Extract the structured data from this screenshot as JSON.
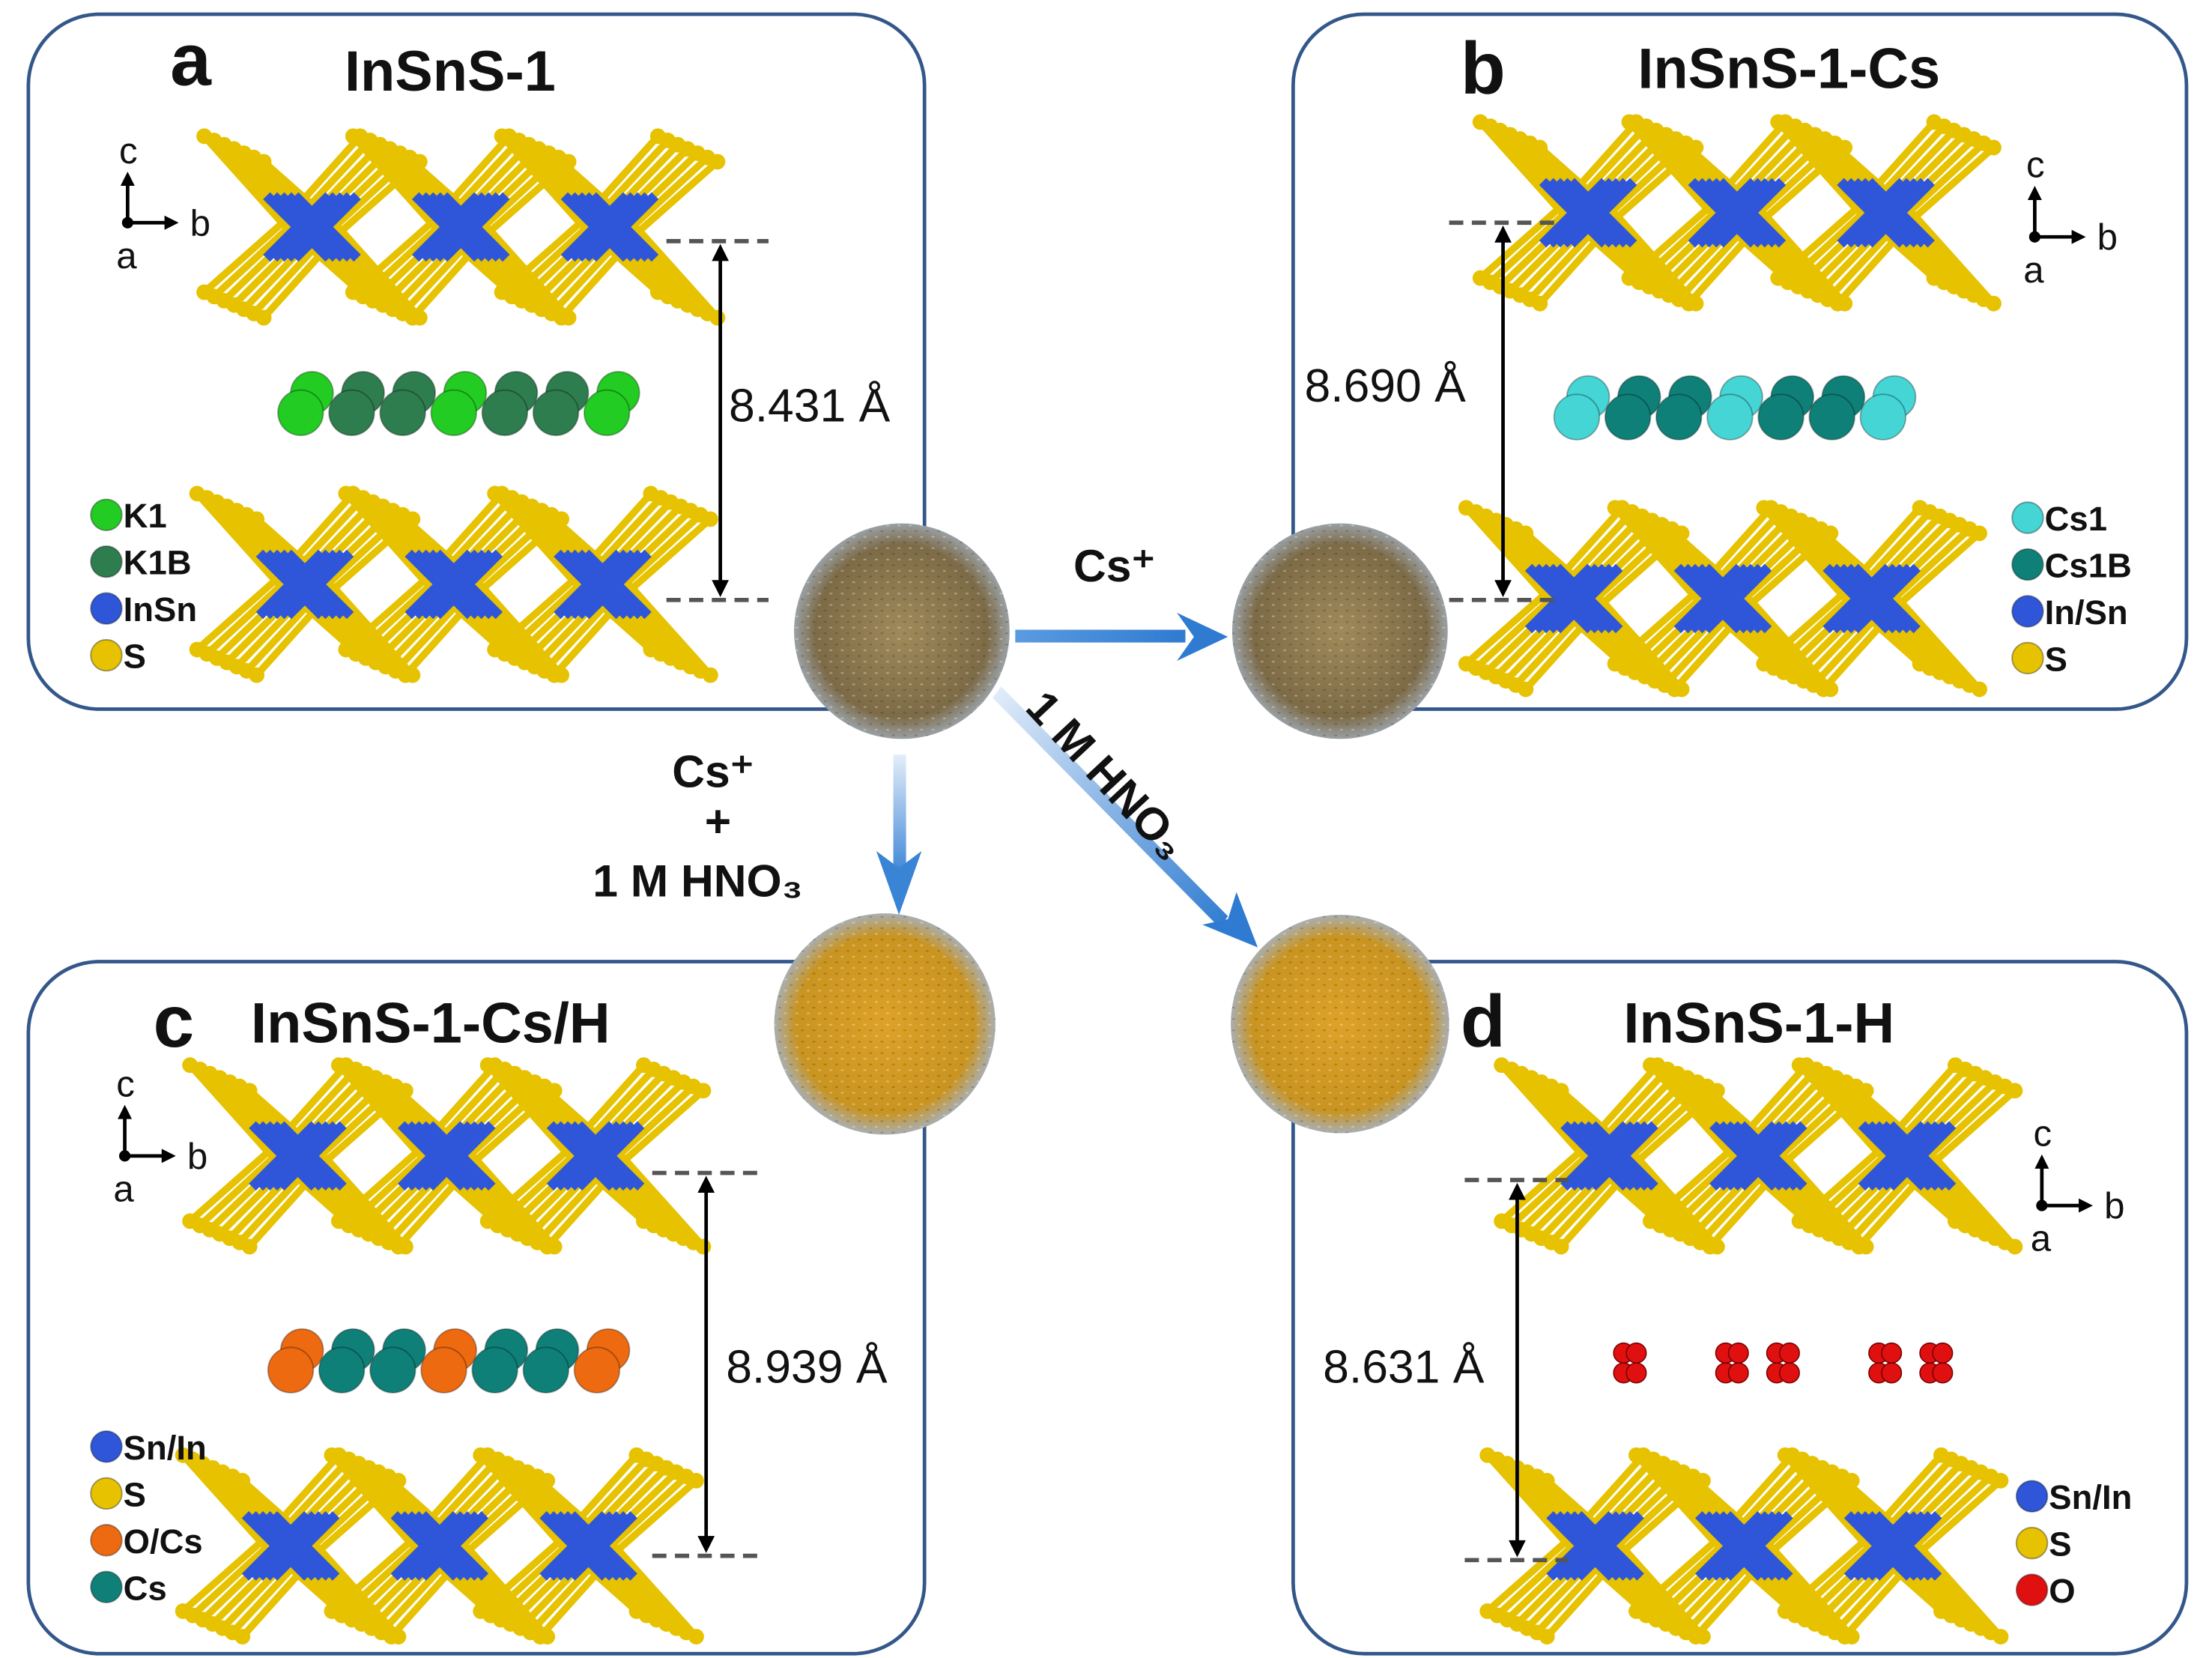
{
  "panels": [
    {
      "letter": "a",
      "title": "InSnS-1",
      "distance": "8.431 Å",
      "axes": {
        "up": "c",
        "right": "b",
        "out": "a"
      },
      "legend": [
        {
          "label": "K1",
          "color": "#22cc22"
        },
        {
          "label": "K1B",
          "color": "#2e7d4f"
        },
        {
          "label": "InSn",
          "color": "#2f56d8"
        },
        {
          "label": "S",
          "color": "#e6c200"
        }
      ],
      "ions": [
        "#22cc22",
        "#2e7d4f",
        "#2e7d4f",
        "#22cc22",
        "#2e7d4f",
        "#2e7d4f",
        "#22cc22"
      ]
    },
    {
      "letter": "b",
      "title": "InSnS-1-Cs",
      "distance": "8.690 Å",
      "axes": {
        "up": "c",
        "right": "b",
        "out": "a"
      },
      "legend": [
        {
          "label": "Cs1",
          "color": "#45d5d5"
        },
        {
          "label": "Cs1B",
          "color": "#0f8078"
        },
        {
          "label": "In/Sn",
          "color": "#2f56d8"
        },
        {
          "label": "S",
          "color": "#e6c200"
        }
      ],
      "ions": [
        "#45d5d5",
        "#0f8078",
        "#0f8078",
        "#45d5d5",
        "#0f8078",
        "#0f8078",
        "#45d5d5"
      ]
    },
    {
      "letter": "c",
      "title": "InSnS-1-Cs/H",
      "distance": "8.939 Å",
      "axes": {
        "up": "c",
        "right": "b",
        "out": "a"
      },
      "legend": [
        {
          "label": "Sn/In",
          "color": "#2f56d8"
        },
        {
          "label": "S",
          "color": "#e6c200"
        },
        {
          "label": "O/Cs",
          "color": "#ee6a10"
        },
        {
          "label": "Cs",
          "color": "#0f8078"
        }
      ],
      "ions": [
        "#ee6a10",
        "#0f8078",
        "#0f8078",
        "#ee6a10",
        "#0f8078",
        "#0f8078",
        "#ee6a10"
      ]
    },
    {
      "letter": "d",
      "title": "InSnS-1-H",
      "distance": "8.631 Å",
      "axes": {
        "up": "c",
        "right": "b",
        "out": "a"
      },
      "legend": [
        {
          "label": "Sn/In",
          "color": "#2f56d8"
        },
        {
          "label": "S",
          "color": "#e6c200"
        },
        {
          "label": "O",
          "color": "#e01010"
        }
      ],
      "ions": [
        "#e01010",
        "#e01010",
        "#e01010",
        "#e01010",
        "#e01010",
        "#e01010",
        "#e01010"
      ]
    }
  ],
  "arrows": {
    "to_b": "Cs⁺",
    "to_c_line1": "Cs⁺",
    "to_c_line2": "+",
    "to_c_line3": "1 M HNO₃",
    "to_d": "1 M HNO₃"
  },
  "colors": {
    "frame": "#34578a",
    "arrow": "#3d85d6",
    "sulfur": "#e6c200",
    "metal": "#2f56d8"
  }
}
